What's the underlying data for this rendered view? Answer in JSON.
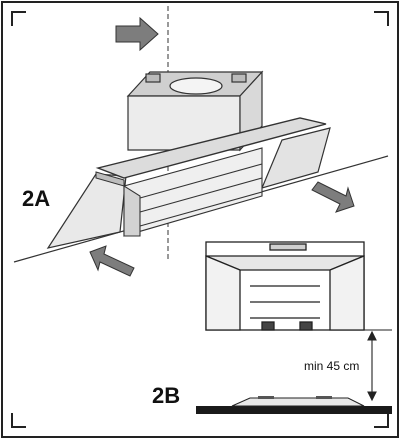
{
  "labels": {
    "step_a": "2A",
    "step_b": "2B",
    "min_distance": "min 45 cm"
  },
  "colors": {
    "frame": "#222222",
    "arrow_fill": "#7d7d7d",
    "hood_fill": "#e6e6e6",
    "hood_dark": "#bdbdbd",
    "line": "#333333",
    "hob": "#1a1a1a"
  },
  "icons": {
    "push_arrow": "block-arrow-icon",
    "dimension": "double-headed-arrow-icon"
  }
}
